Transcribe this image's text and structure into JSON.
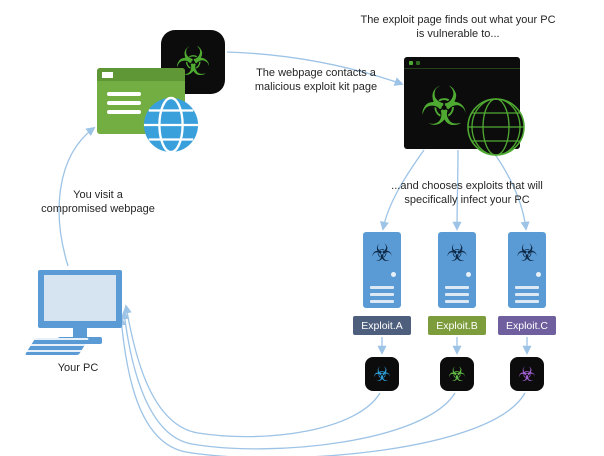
{
  "diagram": {
    "captions": {
      "visit": "You visit a\ncompromised webpage",
      "contacts": "The webpage contacts a\nmalicious exploit kit page",
      "finds": "The exploit page finds out what your PC\nis vulnerable to...",
      "chooses": "...and chooses exploits that will\nspecifically infect your PC",
      "your_pc": "Your PC"
    },
    "icons": {
      "biohazard": "☣"
    },
    "colors": {
      "arrow": "#9dc3e6",
      "kit_green": "#4faa32",
      "server_glyph": "#0f2b49",
      "server_blue": "#5b9bd5",
      "browser_green": "#72ae42",
      "globe_blue": "#3aa0dc"
    },
    "exploits": [
      {
        "label": "Exploit.A",
        "chip_color": "#4e5f7d",
        "payload_color": "#2e9bd6"
      },
      {
        "label": "Exploit.B",
        "chip_color": "#7d9c3b",
        "payload_color": "#62bb46"
      },
      {
        "label": "Exploit.C",
        "chip_color": "#6f5f9e",
        "payload_color": "#a05fd0"
      }
    ]
  }
}
